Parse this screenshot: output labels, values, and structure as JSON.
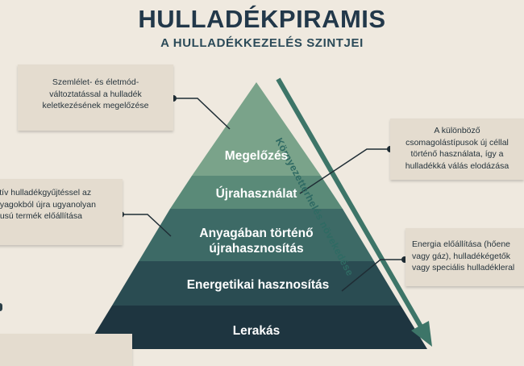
{
  "title": "HULLADÉKPIRAMIS",
  "subtitle": "A HULLADÉKKEZELÉS SZINTJEI",
  "levels": [
    {
      "label": "Megelőzés",
      "color": "#7aa38a"
    },
    {
      "label": "Újrahasználat",
      "color": "#5a8a78"
    },
    {
      "label_line1": "Anyagában történő",
      "label_line2": "újrahasznosítás",
      "color": "#3d6a66"
    },
    {
      "label": "Energetikai hasznosítás",
      "color": "#2a4c52"
    },
    {
      "label": "Lerakás",
      "color": "#1e3540"
    }
  ],
  "arrow": {
    "label": "Környezetterhelés növekedése",
    "color": "#3d7568"
  },
  "cards": {
    "prevention": {
      "line1": "Szemlélet- és életmód-",
      "line2": "változtatással a hulladék",
      "line3": "keletkezésének megelőzése"
    },
    "reuse": {
      "line1": "A különböző",
      "line2": "csomagolástípusok új céllal",
      "line3": "történő használata, így a",
      "line4": "hulladékká válás elodázása"
    },
    "recycling": {
      "line1": "ktív hulladékgyűjtéssel az",
      "line2": "nyagokból újra ugyanolyan",
      "line3": "pusú termék előállítása"
    },
    "energy": {
      "line1": "Energia előállítása (hőene",
      "line2": "vagy gáz), hulladékégetők",
      "line3": "vagy speciális hulladékleral"
    }
  }
}
